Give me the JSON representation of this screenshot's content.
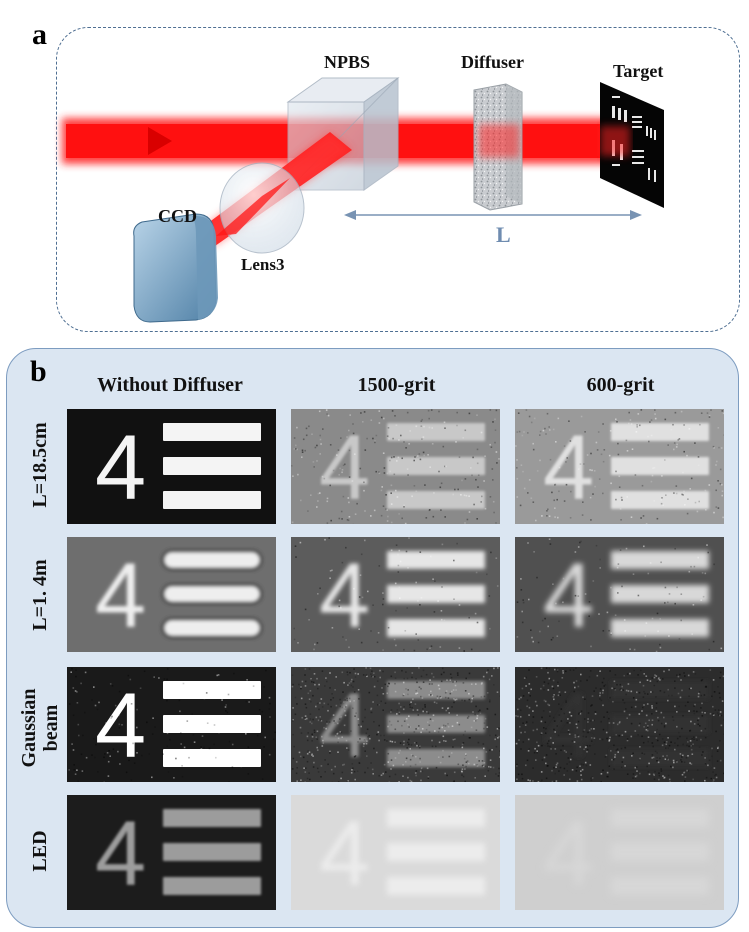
{
  "panel_a": {
    "label": "a",
    "components": {
      "npbs": "NPBS",
      "diffuser": "Diffuser",
      "target": "Target",
      "ccd": "CCD",
      "lens": "Lens3",
      "distance": "L"
    }
  },
  "panel_b": {
    "label": "b",
    "columns": [
      "Without Diffuser",
      "1500-grit",
      "600-grit"
    ],
    "rows": [
      {
        "label_lines": [
          "L=18.5cm"
        ]
      },
      {
        "label_lines": [
          "L=1. 4m"
        ]
      },
      {
        "label_lines": [
          "Gaussian",
          "beam"
        ]
      },
      {
        "label_lines": [
          "LED"
        ]
      }
    ],
    "target_digit": "4"
  }
}
